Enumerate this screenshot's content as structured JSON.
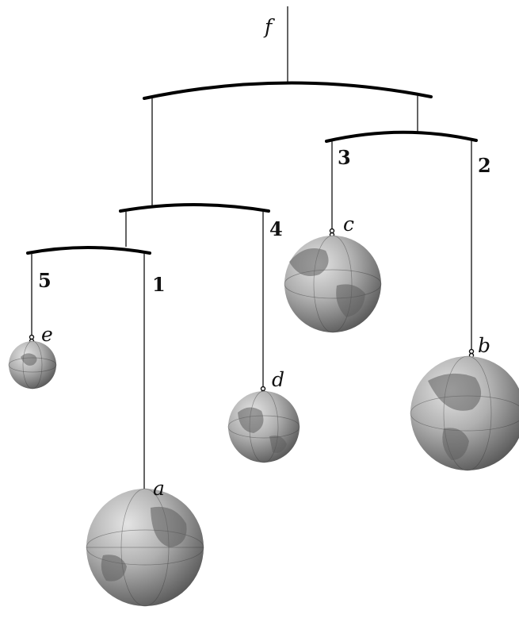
{
  "top_label": "f",
  "arm_labels": {
    "a5": "5",
    "a1": "1",
    "a4": "4",
    "a3": "3",
    "a2": "2"
  },
  "globe_labels": {
    "e": "e",
    "a": "a",
    "d": "d",
    "c": "c",
    "b": "b"
  },
  "colors": {
    "ink": "#111111",
    "globe_light": "#d8d8d8",
    "globe_dark": "#555555"
  }
}
